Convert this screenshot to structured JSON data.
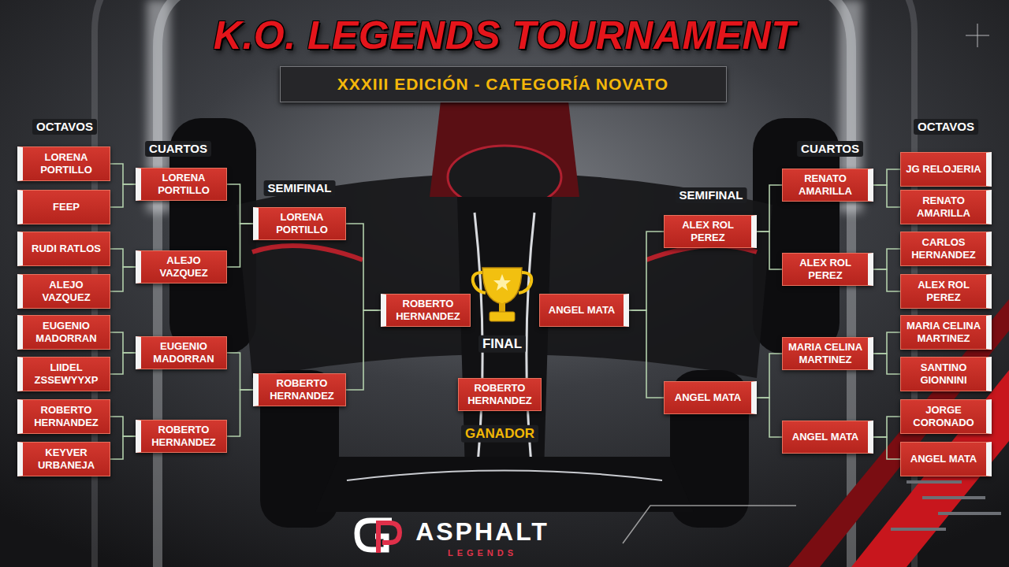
{
  "diagram": {
    "title": "K.O. LEGENDS TOURNAMENT",
    "nodes": [
      {
        "text": [
          "XXXIII EDICIÓN - CATEGORÍA NOVATO"
        ]
      },
      {
        "text": [
          "LORENA PORTILLO"
        ]
      },
      {
        "text": [
          "FEEP"
        ]
      },
      {
        "text": [
          "RUDI RATLOS"
        ]
      },
      {
        "text": [
          "ALEJO VAZQUEZ"
        ]
      },
      {
        "text": [
          "EUGENIO MADORRAN"
        ]
      },
      {
        "text": [
          "LIIDEL ZSSEWYYXP"
        ]
      },
      {
        "text": [
          "ROBERTO HERNANDEZ"
        ]
      },
      {
        "text": [
          "KEYVER URBANEJA"
        ]
      },
      {
        "text": [
          "LORENA PORTILLO"
        ]
      },
      {
        "text": [
          "ALEJO VAZQUEZ"
        ]
      },
      {
        "text": [
          "EUGENIO MADORRAN"
        ]
      },
      {
        "text": [
          "ROBERTO HERNANDEZ"
        ]
      },
      {
        "text": [
          "LORENA PORTILLO"
        ]
      },
      {
        "text": [
          "ROBERTO HERNANDEZ"
        ]
      },
      {
        "text": [
          "ROBERTO HERNANDEZ"
        ]
      },
      {
        "text": [
          "ANGEL MATA"
        ]
      },
      {
        "text": [
          "ROBERTO HERNANDEZ"
        ]
      },
      {
        "text": [
          "ALEX ROL PEREZ"
        ]
      },
      {
        "text": [
          "ANGEL MATA"
        ]
      },
      {
        "text": [
          "RENATO AMARILLA"
        ]
      },
      {
        "text": [
          "ALEX ROL PEREZ"
        ]
      },
      {
        "text": [
          "MARIA CELINA MARTINEZ"
        ]
      },
      {
        "text": [
          "ANGEL MATA"
        ]
      },
      {
        "text": [
          "JG RELOJERIA"
        ]
      },
      {
        "text": [
          "RENATO AMARILLA"
        ]
      },
      {
        "text": [
          "CARLOS HERNANDEZ"
        ]
      },
      {
        "text": [
          "ALEX ROL PEREZ"
        ]
      },
      {
        "text": [
          "MARIA CELINA MARTINEZ"
        ]
      },
      {
        "text": [
          "SANTINO GIONNINI"
        ]
      },
      {
        "text": [
          "JORGE CORONADO"
        ]
      },
      {
        "text": [
          "ANGEL MATA"
        ]
      }
    ],
    "edges": [
      {
        "from": 1,
        "to": 9,
        "arrow": "none"
      },
      {
        "from": 2,
        "to": 9,
        "arrow": "none"
      },
      {
        "from": 3,
        "to": 10,
        "arrow": "none"
      },
      {
        "from": 4,
        "to": 10,
        "arrow": "none"
      },
      {
        "from": 5,
        "to": 11,
        "arrow": "none"
      },
      {
        "from": 6,
        "to": 11,
        "arrow": "none"
      },
      {
        "from": 7,
        "to": 12,
        "arrow": "none"
      },
      {
        "from": 8,
        "to": 12,
        "arrow": "none"
      },
      {
        "from": 9,
        "to": 13,
        "arrow": "none"
      },
      {
        "from": 10,
        "to": 13,
        "arrow": "none"
      },
      {
        "from": 11,
        "to": 14,
        "arrow": "none"
      },
      {
        "from": 12,
        "to": 14,
        "arrow": "none"
      },
      {
        "from": 13,
        "to": 15,
        "arrow": "none"
      },
      {
        "from": 14,
        "to": 15,
        "arrow": "none"
      },
      {
        "from": 24,
        "to": 20,
        "arrow": "none"
      },
      {
        "from": 25,
        "to": 20,
        "arrow": "none"
      },
      {
        "from": 26,
        "to": 21,
        "arrow": "none"
      },
      {
        "from": 27,
        "to": 21,
        "arrow": "none"
      },
      {
        "from": 28,
        "to": 22,
        "arrow": "none"
      },
      {
        "from": 29,
        "to": 22,
        "arrow": "none"
      },
      {
        "from": 30,
        "to": 23,
        "arrow": "none"
      },
      {
        "from": 31,
        "to": 23,
        "arrow": "none"
      },
      {
        "from": 20,
        "to": 18,
        "arrow": "none"
      },
      {
        "from": 21,
        "to": 18,
        "arrow": "none"
      },
      {
        "from": 22,
        "to": 19,
        "arrow": "none"
      },
      {
        "from": 23,
        "to": 19,
        "arrow": "none"
      },
      {
        "from": 18,
        "to": 16,
        "arrow": "none"
      },
      {
        "from": 19,
        "to": 16,
        "arrow": "none"
      }
    ],
    "labels": [
      "OCTAVOS",
      "CUARTOS",
      "SEMIFINAL",
      "FINAL",
      "GANADOR",
      "SEMIFINAL",
      "CUARTOS",
      "OCTAVOS",
      "ASPHALT",
      "LEGENDS"
    ]
  }
}
